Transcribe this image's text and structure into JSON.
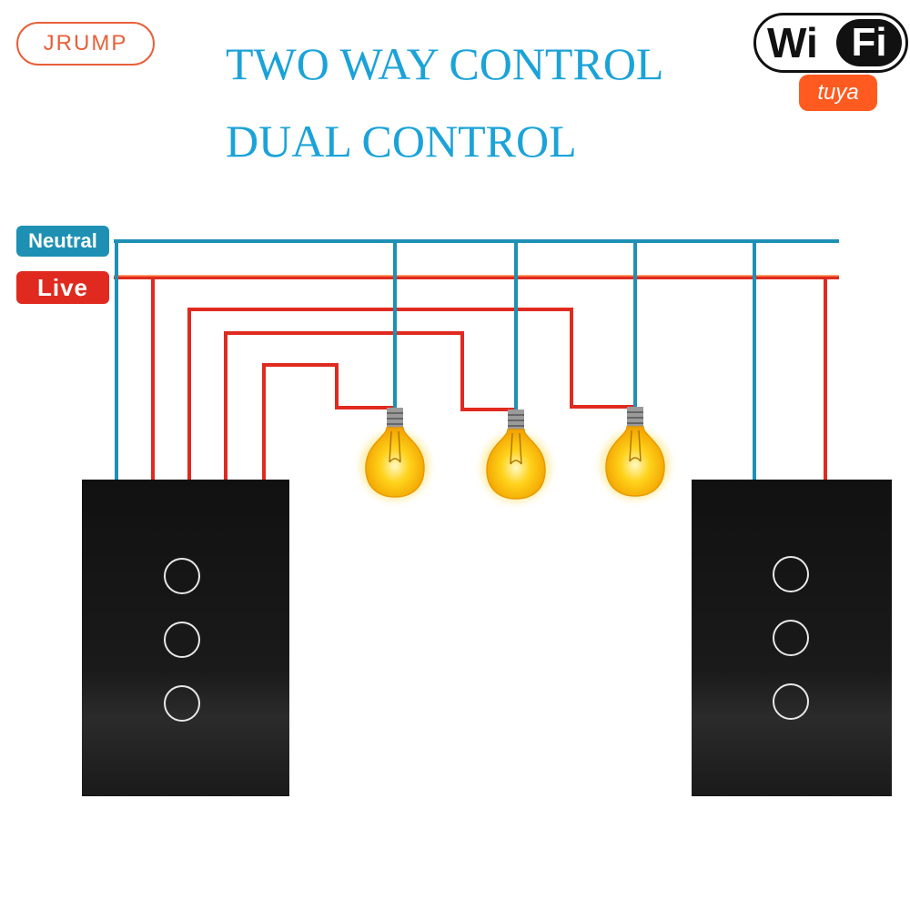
{
  "brand": "JRUMP",
  "title_line1": "TWO WAY CONTROL",
  "title_line2": "DUAL CONTROL",
  "badge": {
    "wifi_left": "Wi",
    "wifi_right": "Fi",
    "tuya": "tuya"
  },
  "labels": {
    "neutral": "Neutral",
    "live": "Live"
  },
  "colors": {
    "neutral_wire": "#1e90b4",
    "live_wire": "#e02a1f",
    "title": "#1ba3d8",
    "brand": "#e8603a",
    "bulb": "#ffd21a",
    "panel": "#111111"
  },
  "bulbs": [
    {
      "id": "bulb-1"
    },
    {
      "id": "bulb-2"
    },
    {
      "id": "bulb-3"
    }
  ],
  "switches": [
    {
      "side": "left",
      "buttons": 3
    },
    {
      "side": "right",
      "buttons": 3
    }
  ]
}
